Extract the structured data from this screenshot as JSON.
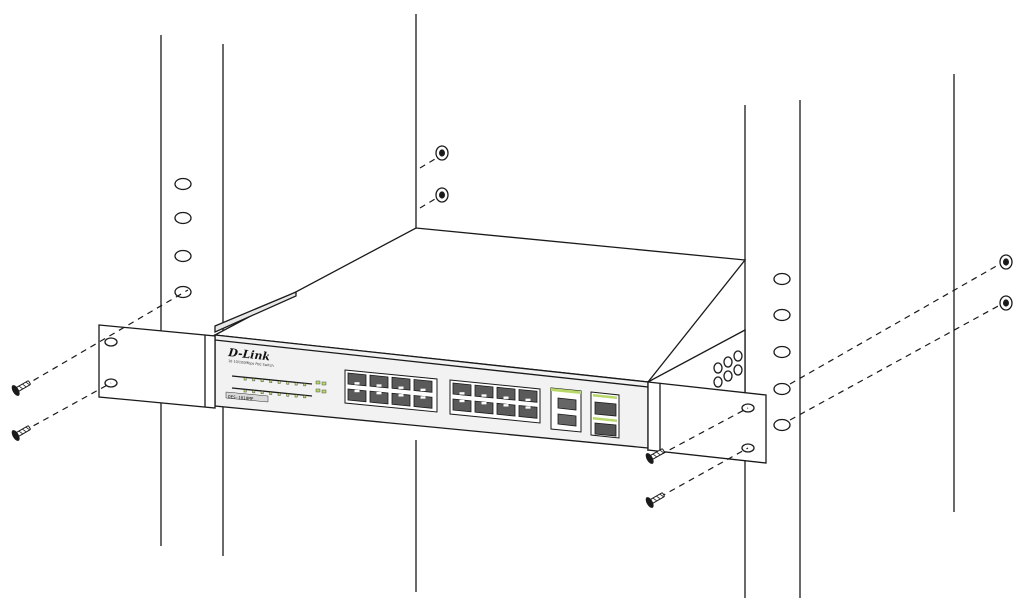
{
  "device": {
    "brand": "D-Link",
    "subtitle": "16 10/100Mbps PoE Switch",
    "model": "DES-1018MP"
  },
  "colors": {
    "line": "#1a1a1a",
    "paper": "#ffffff",
    "led_green": "#b8d86a",
    "port_dark": "#555555"
  },
  "icons": [
    "screw-icon",
    "rack-hole-icon",
    "ethernet-port-icon",
    "sfp-slot-icon"
  ]
}
